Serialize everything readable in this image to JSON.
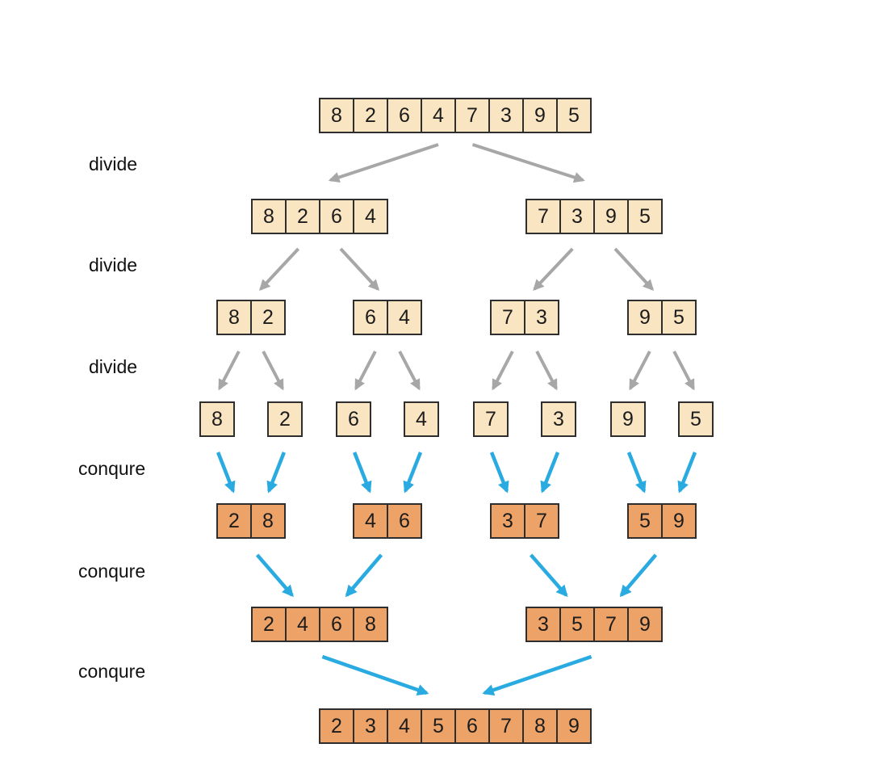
{
  "phase_labels": [
    "divide",
    "divide",
    "divide",
    "conqure",
    "conqure",
    "conqure"
  ],
  "colors": {
    "background": "#FFFFFF",
    "unsorted_box_fill": "#FAE5C3",
    "sorted_box_fill": "#EDA368",
    "box_border": "#2E2E2E",
    "divide_arrow": "#A7A7A7",
    "conquer_arrow": "#29ABE2",
    "label_text": "#111111",
    "number_text": "#1C1C1C"
  },
  "levels": [
    {
      "phase_style": "unsorted",
      "arrays": [
        [
          "8",
          "2",
          "6",
          "4",
          "7",
          "3",
          "9",
          "5"
        ]
      ]
    },
    {
      "phase_style": "unsorted",
      "arrays": [
        [
          "8",
          "2",
          "6",
          "4"
        ],
        [
          "7",
          "3",
          "9",
          "5"
        ]
      ]
    },
    {
      "phase_style": "unsorted",
      "arrays": [
        [
          "8",
          "2"
        ],
        [
          "6",
          "4"
        ],
        [
          "7",
          "3"
        ],
        [
          "9",
          "5"
        ]
      ]
    },
    {
      "phase_style": "unsorted",
      "arrays": [
        [
          "8"
        ],
        [
          "2"
        ],
        [
          "6"
        ],
        [
          "4"
        ],
        [
          "7"
        ],
        [
          "3"
        ],
        [
          "9"
        ],
        [
          "5"
        ]
      ]
    },
    {
      "phase_style": "sorted",
      "arrays": [
        [
          "2",
          "8"
        ],
        [
          "4",
          "6"
        ],
        [
          "3",
          "7"
        ],
        [
          "5",
          "9"
        ]
      ]
    },
    {
      "phase_style": "sorted",
      "arrays": [
        [
          "2",
          "4",
          "6",
          "8"
        ],
        [
          "3",
          "5",
          "7",
          "9"
        ]
      ]
    },
    {
      "phase_style": "sorted",
      "arrays": [
        [
          "2",
          "3",
          "4",
          "5",
          "6",
          "7",
          "8",
          "9"
        ]
      ]
    }
  ],
  "arrows": [
    {
      "phase": "divide",
      "from": [
        0,
        0
      ],
      "to": [
        1,
        0
      ]
    },
    {
      "phase": "divide",
      "from": [
        0,
        0
      ],
      "to": [
        1,
        1
      ]
    },
    {
      "phase": "divide",
      "from": [
        1,
        0
      ],
      "to": [
        2,
        0
      ]
    },
    {
      "phase": "divide",
      "from": [
        1,
        0
      ],
      "to": [
        2,
        1
      ]
    },
    {
      "phase": "divide",
      "from": [
        1,
        1
      ],
      "to": [
        2,
        2
      ]
    },
    {
      "phase": "divide",
      "from": [
        1,
        1
      ],
      "to": [
        2,
        3
      ]
    },
    {
      "phase": "divide",
      "from": [
        2,
        0
      ],
      "to": [
        3,
        0
      ]
    },
    {
      "phase": "divide",
      "from": [
        2,
        0
      ],
      "to": [
        3,
        1
      ]
    },
    {
      "phase": "divide",
      "from": [
        2,
        1
      ],
      "to": [
        3,
        2
      ]
    },
    {
      "phase": "divide",
      "from": [
        2,
        1
      ],
      "to": [
        3,
        3
      ]
    },
    {
      "phase": "divide",
      "from": [
        2,
        2
      ],
      "to": [
        3,
        4
      ]
    },
    {
      "phase": "divide",
      "from": [
        2,
        2
      ],
      "to": [
        3,
        5
      ]
    },
    {
      "phase": "divide",
      "from": [
        2,
        3
      ],
      "to": [
        3,
        6
      ]
    },
    {
      "phase": "divide",
      "from": [
        2,
        3
      ],
      "to": [
        3,
        7
      ]
    },
    {
      "phase": "conquer",
      "from": [
        3,
        0
      ],
      "to": [
        4,
        0
      ],
      "to_cell": 0
    },
    {
      "phase": "conquer",
      "from": [
        3,
        1
      ],
      "to": [
        4,
        0
      ],
      "to_cell": 1
    },
    {
      "phase": "conquer",
      "from": [
        3,
        2
      ],
      "to": [
        4,
        1
      ],
      "to_cell": 0
    },
    {
      "phase": "conquer",
      "from": [
        3,
        3
      ],
      "to": [
        4,
        1
      ],
      "to_cell": 1
    },
    {
      "phase": "conquer",
      "from": [
        3,
        4
      ],
      "to": [
        4,
        2
      ],
      "to_cell": 0
    },
    {
      "phase": "conquer",
      "from": [
        3,
        5
      ],
      "to": [
        4,
        2
      ],
      "to_cell": 1
    },
    {
      "phase": "conquer",
      "from": [
        3,
        6
      ],
      "to": [
        4,
        3
      ],
      "to_cell": 0
    },
    {
      "phase": "conquer",
      "from": [
        3,
        7
      ],
      "to": [
        4,
        3
      ],
      "to_cell": 1
    },
    {
      "phase": "conquer",
      "from": [
        4,
        0
      ],
      "to": [
        5,
        0
      ]
    },
    {
      "phase": "conquer",
      "from": [
        4,
        1
      ],
      "to": [
        5,
        0
      ]
    },
    {
      "phase": "conquer",
      "from": [
        4,
        2
      ],
      "to": [
        5,
        1
      ]
    },
    {
      "phase": "conquer",
      "from": [
        4,
        3
      ],
      "to": [
        5,
        1
      ]
    },
    {
      "phase": "conquer",
      "from": [
        5,
        0
      ],
      "to": [
        6,
        0
      ]
    },
    {
      "phase": "conquer",
      "from": [
        5,
        1
      ],
      "to": [
        6,
        0
      ]
    }
  ]
}
